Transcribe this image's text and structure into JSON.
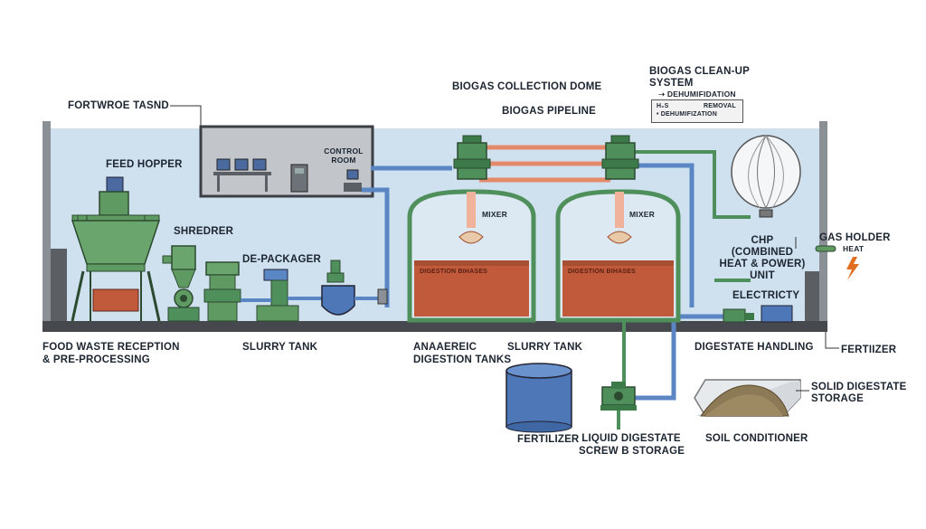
{
  "labels": {
    "title_top_left": "FORTWROE TASND",
    "collection_dome": "BIOGAS COLLECTION DOME",
    "cleanup_1": "BIOGAS CLEAN-UP",
    "cleanup_2": "SYSTEM",
    "cleanup_arrow_item": "➝ DEHUMIFIDATION",
    "cleanup_box_a": "H₂S",
    "cleanup_box_b": "REMOVAL",
    "cleanup_box_c": "• DEHUMIFIZATION",
    "pipeline": "BIOGAS PIPELINE",
    "control_room_1": "CONTROL",
    "control_room_2": "ROOM",
    "feed_hopper": "FEED HOPPER",
    "shredder": "SHREDRER",
    "depackager": "DE-PACKAGER",
    "mixer_1": "MIXER",
    "mixer_2": "MIXER",
    "digestion_1": "DIGESTION BIHASES",
    "digestion_2": "DIGESTION BIHASES",
    "chp_1": "CHP",
    "chp_2": "(COMBINED",
    "chp_3": "HEAT & POWER)",
    "chp_4": "UNIT",
    "gas_holder": "GAS HOLDER",
    "heat": "HEAT",
    "electricity": "ELECTRICTY",
    "reception_1": "FOOD WASTE RECEPTION",
    "reception_2": "& PRE-PROCESSING",
    "slurry_tank_1": "SLURRY TANK",
    "anaerobic_1": "ANAAEREIC",
    "anaerobic_2": "DIGESTION TANKS",
    "slurry_tank_2": "SLURRY TANK",
    "digestate_handling": "DIGESTATE HANDLING",
    "fertilizer_right": "FERTIIZER",
    "solid_digestate_1": "SOLID DIGESTATE",
    "solid_digestate_2": "STORAGE",
    "fertilizer_bottom": "FERTILIZER",
    "liquid_digestate_1": "LIQUID DIGESTATE",
    "liquid_digestate_2": "SCREW B STORAGE",
    "soil_conditioner": "SOIL CONDITIONER"
  },
  "colors": {
    "background_panel": "#cfe0ef",
    "equipment_green": "#5e9a62",
    "pipe_blue": "#5a86c4",
    "pipe_orange": "#e48a6a",
    "digestate_brown": "#c05a3a",
    "floor": "#45484c"
  }
}
